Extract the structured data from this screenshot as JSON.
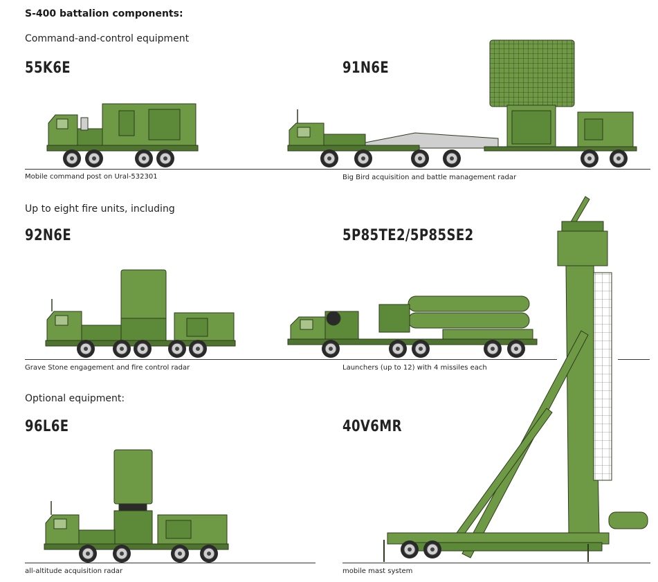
{
  "title": "S-400 battalion components:",
  "sections": {
    "command": "Command-and-control equipment",
    "fire": "Up to eight fire units, including",
    "optional": "Optional equipment:"
  },
  "vehicles": {
    "v55k6e": {
      "code": "55K6E",
      "caption": "Mobile command post on Ural-532301"
    },
    "v91n6e": {
      "code": "91N6E",
      "caption": "Big Bird acquisition and battle management radar"
    },
    "v92n6e": {
      "code": "92N6E",
      "caption": "Grave Stone engagement and fire control radar"
    },
    "v5p85": {
      "code": "5P85TE2/5P85SE2",
      "caption": "Launchers (up to 12) with 4 missiles each"
    },
    "v96l6e": {
      "code": "96L6E",
      "caption": "all-altitude acquisition radar"
    },
    "v40v6mr": {
      "code": "40V6MR",
      "caption": "mobile mast system"
    }
  },
  "colors": {
    "green": "#6f9a45",
    "green_dark": "#4f7430",
    "outline": "#2d3a1e",
    "wheel": "#2a2a2a",
    "hub": "#cfcfcf"
  }
}
